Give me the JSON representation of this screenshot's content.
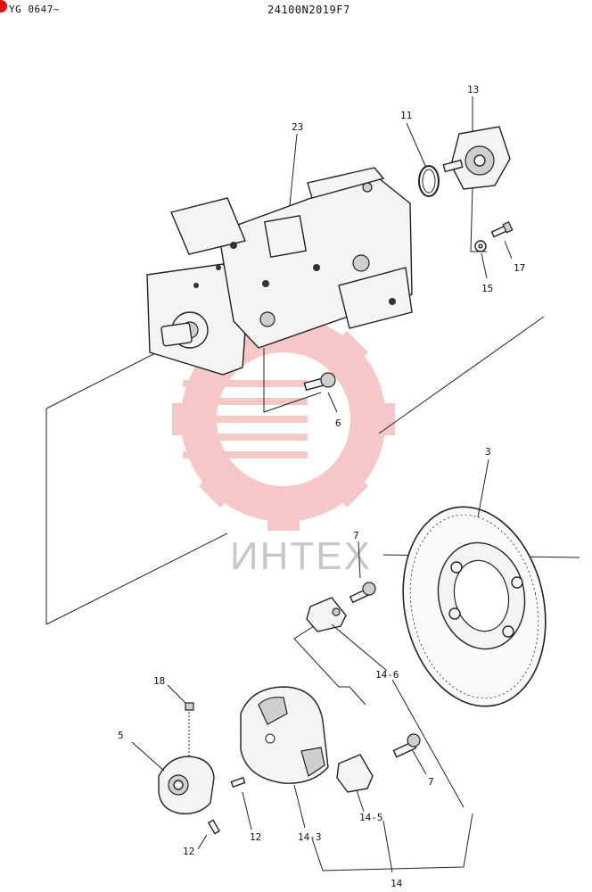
{
  "header": {
    "left_code": "YG 0647~",
    "drawing_number": "24100N2019F7"
  },
  "watermark": {
    "text": "ИНТЕХ",
    "color": "#e23b3b"
  },
  "callouts": {
    "c23": "23",
    "c11": "11",
    "c13": "13",
    "c15": "15",
    "c17": "17",
    "c6": "6",
    "c3": "3",
    "c7a": "7",
    "c7b": "7",
    "c14_6": "14-6",
    "c18": "18",
    "c5": "5",
    "c12a": "12",
    "c12b": "12",
    "c14_3": "14-3",
    "c14_5": "14-5",
    "c14": "14"
  },
  "parts": {
    "main_pump": "pump-assembly-icon",
    "o_ring": "o-ring-icon",
    "gear_pump": "gear-pump-icon",
    "flywheel_plate": "flange-plate-icon",
    "coupling": "coupling-icon",
    "hub": "hub-icon"
  }
}
